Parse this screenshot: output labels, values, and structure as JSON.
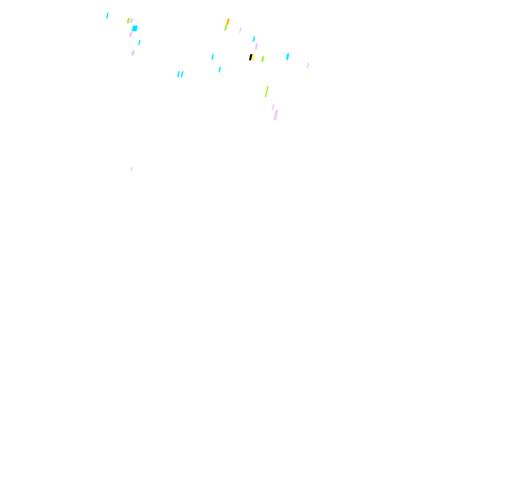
{
  "scene": {
    "background_color": "#ffffff",
    "description_colors": [
      "#00e5ff",
      "#a6f23a",
      "#f0c8ff",
      "#ffb800",
      "#000000",
      "#ffff4d"
    ],
    "flecks": [
      {
        "name": "fleck-cyan-1",
        "color": "#00e5ff"
      },
      {
        "name": "fleck-green-1",
        "color": "#a6f23a"
      },
      {
        "name": "fleck-pink-1",
        "color": "#f0c8ff"
      },
      {
        "name": "fleck-cyan-2",
        "color": "#00e5ff"
      },
      {
        "name": "fleck-pink-2",
        "color": "#f0c8ff"
      },
      {
        "name": "fleck-cyan-3",
        "color": "#00e5ff"
      },
      {
        "name": "fleck-pink-3",
        "color": "#dcd0ff"
      },
      {
        "name": "fleck-orange-1",
        "color": "#ffb800"
      },
      {
        "name": "fleck-green-2",
        "color": "#a6f23a"
      },
      {
        "name": "fleck-pink-4",
        "color": "#f0c8ff"
      },
      {
        "name": "fleck-cyan-4",
        "color": "#00e5ff"
      },
      {
        "name": "fleck-pink-5",
        "color": "#f0c8ff"
      },
      {
        "name": "fleck-cyan-5",
        "color": "#00e5ff"
      },
      {
        "name": "fleck-black-1",
        "color": "#000000"
      },
      {
        "name": "fleck-yellow-1",
        "color": "#ffff4d"
      },
      {
        "name": "fleck-green-3",
        "color": "#a6f23a"
      },
      {
        "name": "fleck-cyan-6",
        "color": "#00e5ff"
      },
      {
        "name": "fleck-pink-6",
        "color": "#f0c8ff"
      },
      {
        "name": "fleck-cyan-7",
        "color": "#00e5ff"
      },
      {
        "name": "fleck-cyan-8",
        "color": "#00e5ff"
      },
      {
        "name": "fleck-cyan-9",
        "color": "#00e5ff"
      },
      {
        "name": "fleck-green-4",
        "color": "#a6f23a"
      },
      {
        "name": "fleck-pink-7",
        "color": "#f0c8ff"
      },
      {
        "name": "fleck-pink-8",
        "color": "#f0c8ff"
      },
      {
        "name": "fleck-pink-9",
        "color": "#f0c8ff"
      }
    ]
  }
}
